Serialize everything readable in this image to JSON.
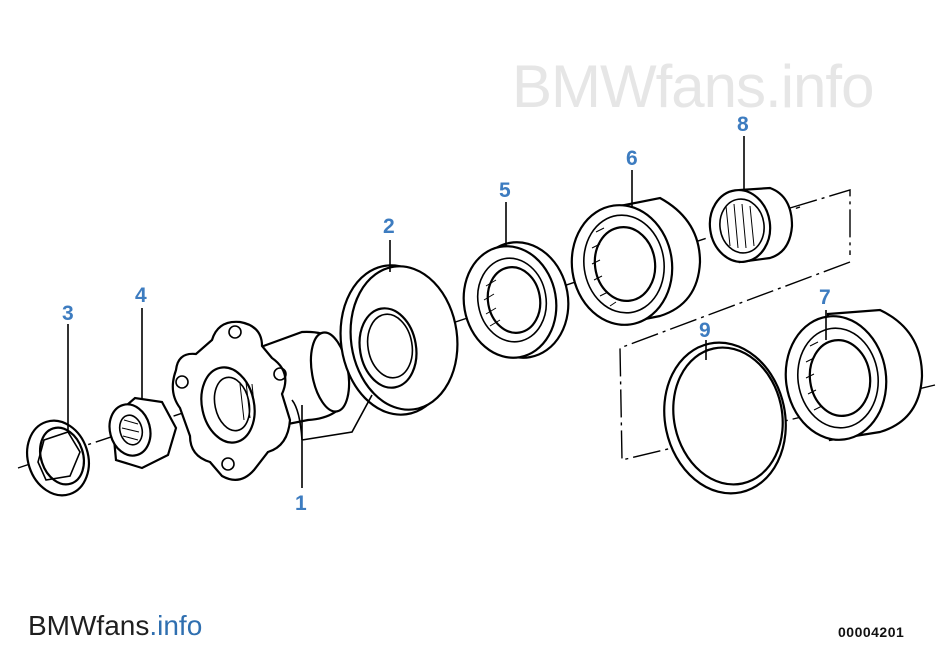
{
  "watermark": {
    "top_text": "BMWfans.info",
    "bottom_dark": "BMWfans",
    "bottom_light": ".info"
  },
  "document_number": "00004201",
  "callouts": [
    {
      "id": "1",
      "label": "1",
      "part": "flange-with-bearing-sleeve"
    },
    {
      "id": "2",
      "label": "2",
      "part": "dust-cover-washer"
    },
    {
      "id": "3",
      "label": "3",
      "part": "lock-plate"
    },
    {
      "id": "4",
      "label": "4",
      "part": "collar-nut"
    },
    {
      "id": "5",
      "label": "5",
      "part": "shaft-seal"
    },
    {
      "id": "6",
      "label": "6",
      "part": "ball-bearing"
    },
    {
      "id": "7",
      "label": "7",
      "part": "ball-bearing-alternate"
    },
    {
      "id": "8",
      "label": "8",
      "part": "needle-bearing"
    },
    {
      "id": "9",
      "label": "9",
      "part": "spacer-ring"
    }
  ],
  "colors": {
    "callout": "#3d7cc0",
    "watermark_top": "#e6e6e6",
    "watermark_bottom_light": "#2f6fb0"
  }
}
